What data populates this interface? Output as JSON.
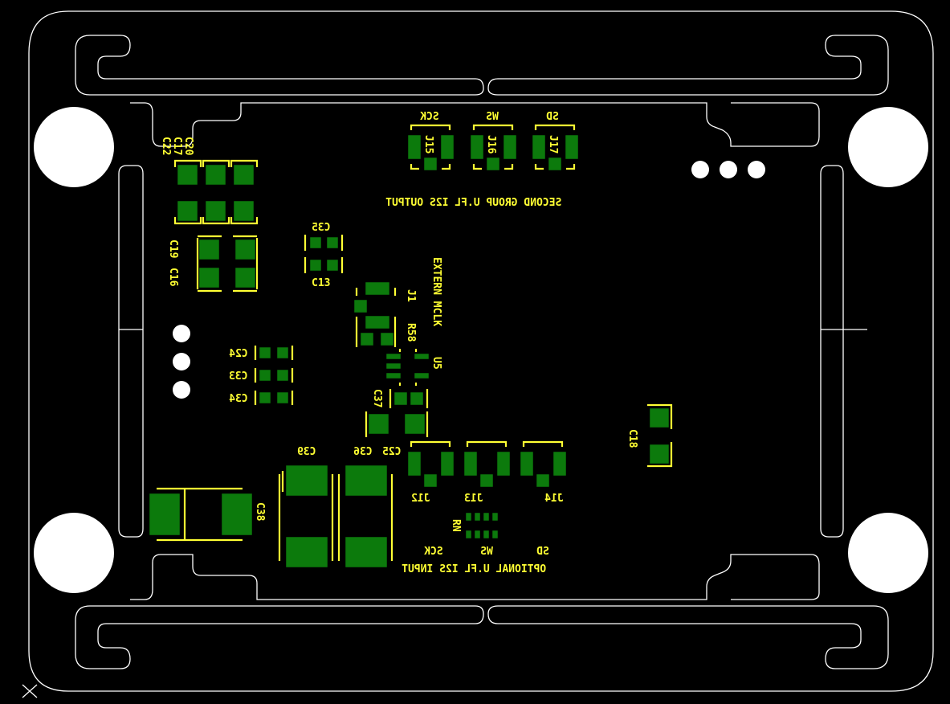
{
  "layer": {
    "background": "#000000",
    "silkscreen_color": "#ffff33",
    "pad_color": "#0c7a0c",
    "outline_color": "#ffffff"
  },
  "labels": {
    "c22": "C22",
    "c17": "C17",
    "c20": "C20",
    "c19": "C19",
    "c16": "C16",
    "c35": "C35",
    "c13": "C13",
    "j1": "J1",
    "r58": "R58",
    "u5": "U5",
    "c24": "C24",
    "c33": "C33",
    "c34": "C34",
    "c37": "C37",
    "c39": "C39",
    "c36": "C36",
    "c25": "C25",
    "c38": "C38",
    "c18": "C18",
    "j15": "J15",
    "j16": "J16",
    "j17": "J17",
    "j12": "J12",
    "j13": "J13",
    "j14": "J14",
    "rn": "RN",
    "top_sck": "SCK",
    "top_ws": "WS",
    "top_sd": "SD",
    "bot_sck": "SCK",
    "bot_ws": "WS",
    "bot_sd": "SD",
    "second_group": "SECOND GROUP U.FL I2S OUTPUT",
    "optional": "OPTIONAL U.FL I2S INPUT",
    "external_mclk": "EXTERN MCLK"
  }
}
